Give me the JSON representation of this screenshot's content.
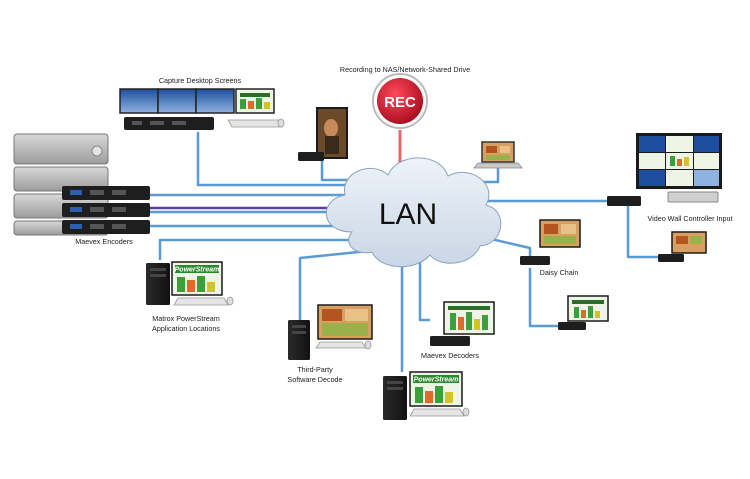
{
  "center_label": "LAN",
  "rec_label": "REC",
  "powerstream_brand": "PowerStream",
  "labels": {
    "capture_desktop": "Capture Desktop Screens",
    "recording": "Recording to NAS/Network-Shared Drive",
    "maevex_encoders": "Maevex Encoders",
    "video_wall": "Video Wall Controller Input",
    "daisy_chain": "Daisy Chain",
    "matrox_line1": "Matrox PowerStream",
    "matrox_line2": "Application Locations",
    "third_party_line1": "Third-Party",
    "third_party_line2": "Software Decode",
    "maevex_decoders": "Maevex Decoders"
  },
  "colors": {
    "link": "#5b9bd5",
    "link_purple": "#5a3f9c",
    "link_red": "#e26a6a",
    "cloud": "#d9e3ef",
    "rec": "#c8102e"
  }
}
